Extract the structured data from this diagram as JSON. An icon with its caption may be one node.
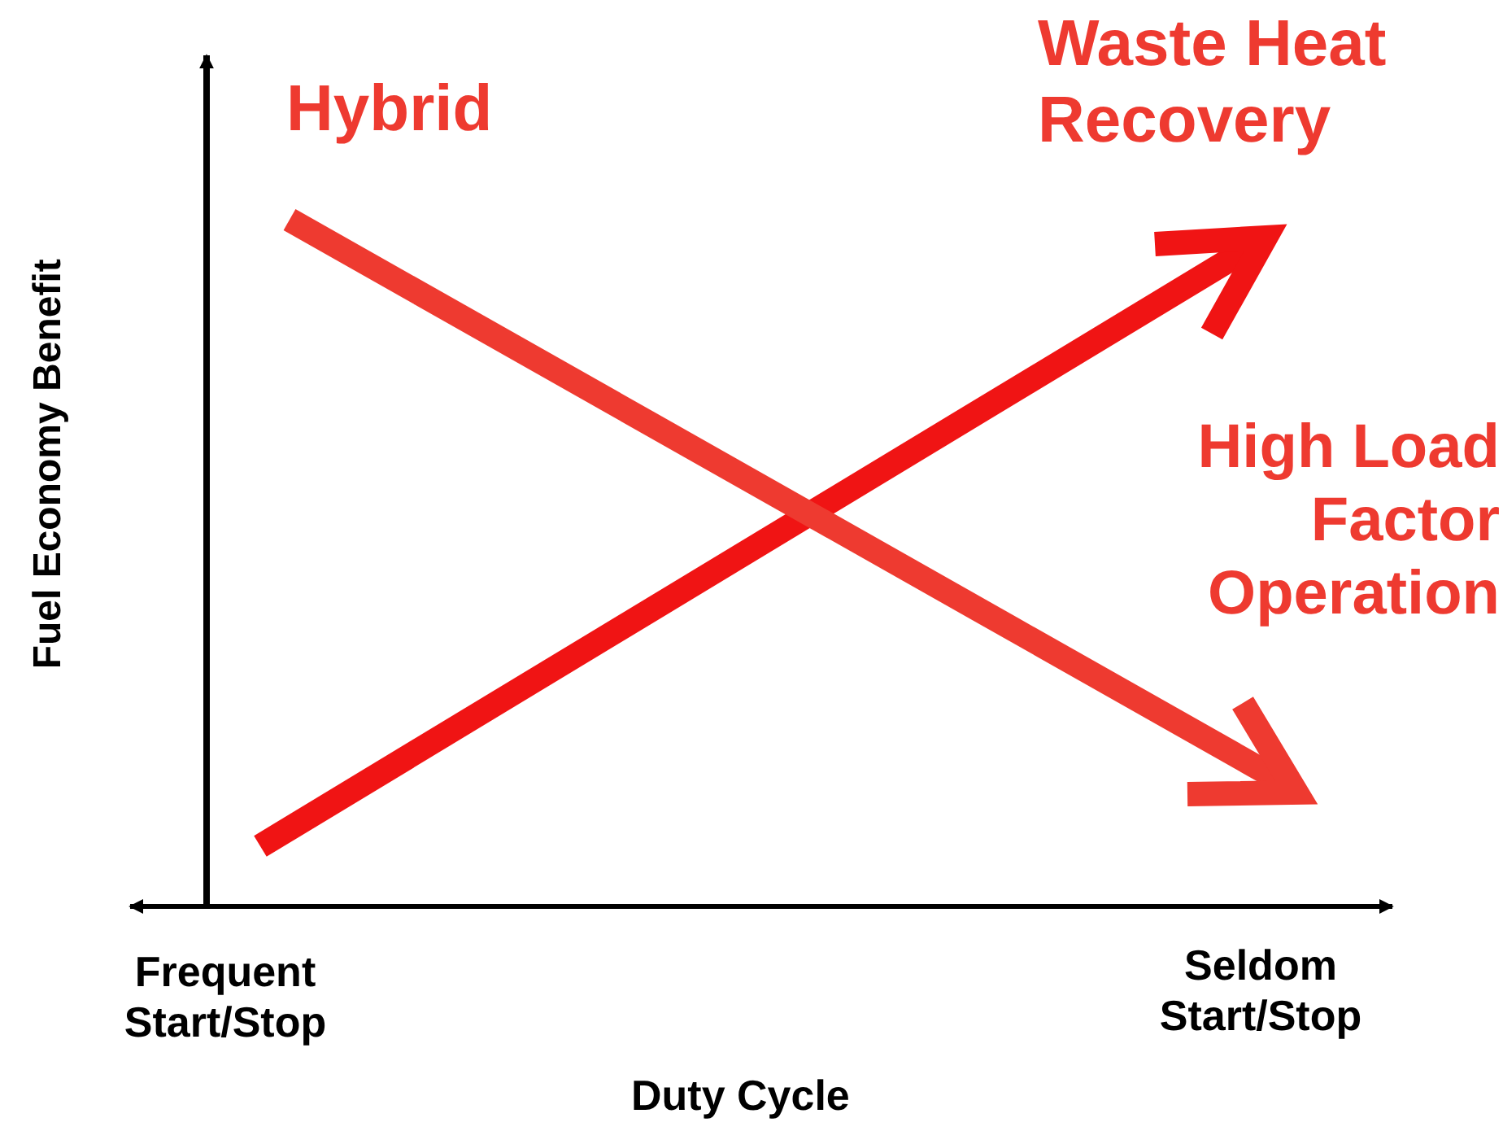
{
  "diagram": {
    "labels": [
      "Hybrid",
      "Waste Heat Recovery",
      "Fuel Economy Benefit",
      "High Load Factor Operation",
      "Frequent Start/Stop",
      "Seldom Start/Stop",
      "Duty Cycle"
    ]
  }
}
